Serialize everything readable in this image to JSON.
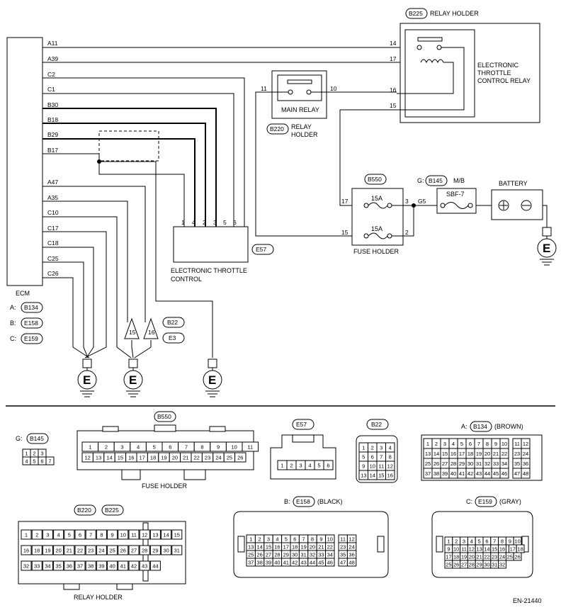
{
  "labels": {
    "relay_holder_title": "RELAY HOLDER",
    "etc_relay_line1": "ELECTRONIC",
    "etc_relay_line2": "THROTTLE",
    "etc_relay_line3": "CONTROL RELAY",
    "main_relay": "MAIN RELAY",
    "relay_holder_line1": "RELAY",
    "relay_holder_line2": "HOLDER",
    "mb": "M/B",
    "sbf": "SBF-7",
    "battery": "BATTERY",
    "fuse_15a": "15A",
    "fuse_holder": "FUSE HOLDER",
    "etc_line1": "ELECTRONIC THROTTLE",
    "etc_line2": "CONTROL",
    "ecm": "ECM",
    "ground_mark": "E",
    "connector_g_prefix": "G:",
    "connector_a_prefix": "A:",
    "connector_b_prefix": "B:",
    "connector_c_prefix": "C:",
    "brown": "(BROWN)",
    "black": "(BLACK)",
    "gray": "(GRAY)",
    "relay_holder_bottom": "RELAY HOLDER",
    "figure_code": "EN-21440"
  },
  "connectors": {
    "b225": "B225",
    "b220": "B220",
    "b550": "B550",
    "b145": "B145",
    "e57": "E57",
    "b22": "B22",
    "e3": "E3",
    "b134": "B134",
    "e158": "E158",
    "e159": "E159"
  },
  "ecm_terminals": [
    "A11",
    "A39",
    "C2",
    "C1",
    "B30",
    "B18",
    "B29",
    "B17",
    "A47",
    "A35",
    "C10",
    "C17",
    "C18",
    "C25",
    "C26"
  ],
  "ecm_legend": [
    {
      "letter": "A:",
      "code": "B134"
    },
    {
      "letter": "B:",
      "code": "E158"
    },
    {
      "letter": "C:",
      "code": "E159"
    }
  ],
  "pins": {
    "relay_14": "14",
    "relay_17": "17",
    "relay_16": "16",
    "relay_15": "15",
    "main_11": "11",
    "main_10": "10",
    "fuse_17": "17",
    "fuse_15": "15",
    "fuse_3": "3",
    "fuse_2": "2",
    "g5": "G5",
    "etc": [
      "1",
      "4",
      "2",
      "3",
      "5",
      "6"
    ],
    "b22_15": "15",
    "b22_16": "16"
  },
  "layouts": {
    "b145": {
      "top": [
        "1",
        "2",
        "3"
      ],
      "bottom": [
        "4",
        "5",
        "6",
        "7"
      ]
    },
    "b550": {
      "top": [
        "1",
        "2",
        "3",
        "4",
        "5",
        "6",
        "7",
        "8",
        "9",
        "10",
        "11"
      ],
      "bottom": [
        "12",
        "13",
        "14",
        "15",
        "16",
        "17",
        "18",
        "19",
        "20",
        "21",
        "22",
        "23",
        "24",
        "25",
        "26"
      ]
    },
    "e57": [
      "1",
      "2",
      "3",
      "4",
      "5",
      "6"
    ],
    "b22": [
      [
        "1",
        "2",
        "3",
        "4"
      ],
      [
        "5",
        "6",
        "7",
        "8"
      ],
      [
        "9",
        "10",
        "11",
        "12"
      ],
      [
        "13",
        "14",
        "15",
        "16"
      ]
    ],
    "b134": [
      [
        "1",
        "2",
        "3",
        "4",
        "5",
        "6",
        "7",
        "8",
        "9",
        "10",
        "",
        "11",
        "12"
      ],
      [
        "13",
        "14",
        "15",
        "16",
        "17",
        "18",
        "19",
        "20",
        "21",
        "22",
        "",
        "23",
        "24"
      ],
      [
        "25",
        "26",
        "27",
        "28",
        "29",
        "30",
        "31",
        "32",
        "33",
        "34",
        "",
        "35",
        "36"
      ],
      [
        "37",
        "38",
        "39",
        "40",
        "41",
        "42",
        "43",
        "44",
        "45",
        "46",
        "",
        "47",
        "48"
      ]
    ],
    "e158": [
      [
        "1",
        "2",
        "3",
        "4",
        "5",
        "6",
        "7",
        "8",
        "9",
        "10",
        "",
        "11",
        "12"
      ],
      [
        "13",
        "14",
        "15",
        "16",
        "17",
        "18",
        "19",
        "20",
        "21",
        "22",
        "",
        "23",
        "24"
      ],
      [
        "25",
        "26",
        "27",
        "28",
        "29",
        "30",
        "31",
        "32",
        "33",
        "34",
        "",
        "35",
        "36"
      ],
      [
        "37",
        "38",
        "39",
        "40",
        "41",
        "42",
        "43",
        "44",
        "45",
        "46",
        "",
        "47",
        "48"
      ]
    ],
    "e159": [
      [
        "1",
        "2",
        "3",
        "4",
        "5",
        "6",
        "7",
        "8",
        "9",
        "10"
      ],
      [
        "9",
        "10",
        "11",
        "12",
        "13",
        "14",
        "15",
        "16",
        "",
        "17",
        "18"
      ],
      [
        "17",
        "18",
        "19",
        "20",
        "21",
        "22",
        "23",
        "24",
        "25",
        "26"
      ],
      [
        "25",
        "26",
        "27",
        "28",
        "29",
        "30",
        "31",
        "32"
      ]
    ],
    "relay_holder_pins": [
      "1",
      "2",
      "3",
      "4",
      "5",
      "6",
      "7",
      "8",
      "9",
      "10",
      "11",
      "12",
      "13",
      "14",
      "15",
      "16",
      "18",
      "19",
      "20",
      "21",
      "22",
      "23",
      "24",
      "25",
      "26",
      "27",
      "28",
      "29",
      "30",
      "31",
      "32",
      "33",
      "34",
      "35",
      "36",
      "37",
      "38",
      "39",
      "40",
      "41",
      "42",
      "43",
      "44"
    ]
  }
}
